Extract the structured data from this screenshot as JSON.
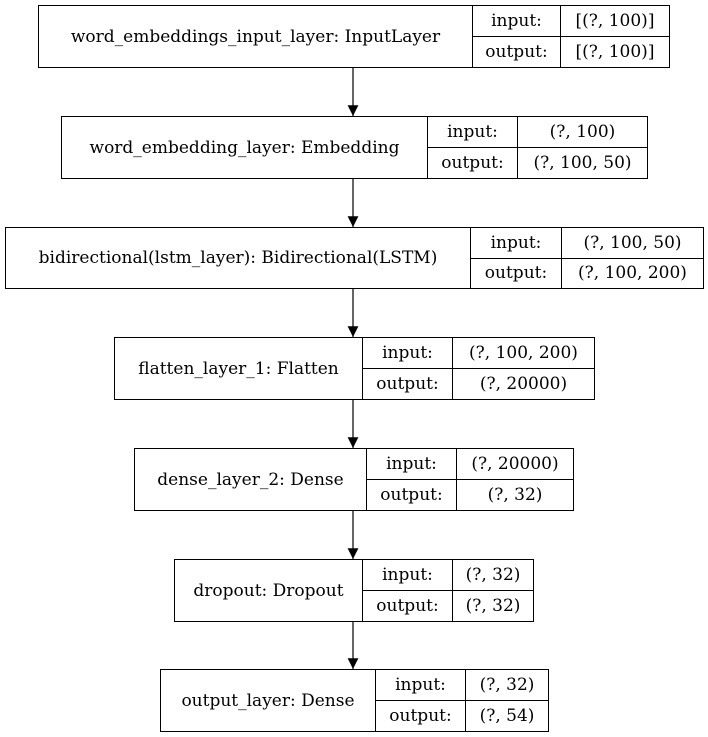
{
  "layers": [
    {
      "name": "word_embeddings_input_layer: InputLayer",
      "input_label": "input:",
      "output_label": "output:",
      "input": "[(?, 100)]",
      "output": "[(?, 100)]"
    },
    {
      "name": "word_embedding_layer: Embedding",
      "input_label": "input:",
      "output_label": "output:",
      "input": "(?, 100)",
      "output": "(?, 100, 50)"
    },
    {
      "name": "bidirectional(lstm_layer): Bidirectional(LSTM)",
      "input_label": "input:",
      "output_label": "output:",
      "input": "(?, 100, 50)",
      "output": "(?, 100, 200)"
    },
    {
      "name": "flatten_layer_1: Flatten",
      "input_label": "input:",
      "output_label": "output:",
      "input": "(?, 100, 200)",
      "output": "(?, 20000)"
    },
    {
      "name": "dense_layer_2: Dense",
      "input_label": "input:",
      "output_label": "output:",
      "input": "(?, 20000)",
      "output": "(?, 32)"
    },
    {
      "name": "dropout: Dropout",
      "input_label": "input:",
      "output_label": "output:",
      "input": "(?, 32)",
      "output": "(?, 32)"
    },
    {
      "name": "output_layer: Dense",
      "input_label": "input:",
      "output_label": "output:",
      "input": "(?, 32)",
      "output": "(?, 54)"
    }
  ]
}
